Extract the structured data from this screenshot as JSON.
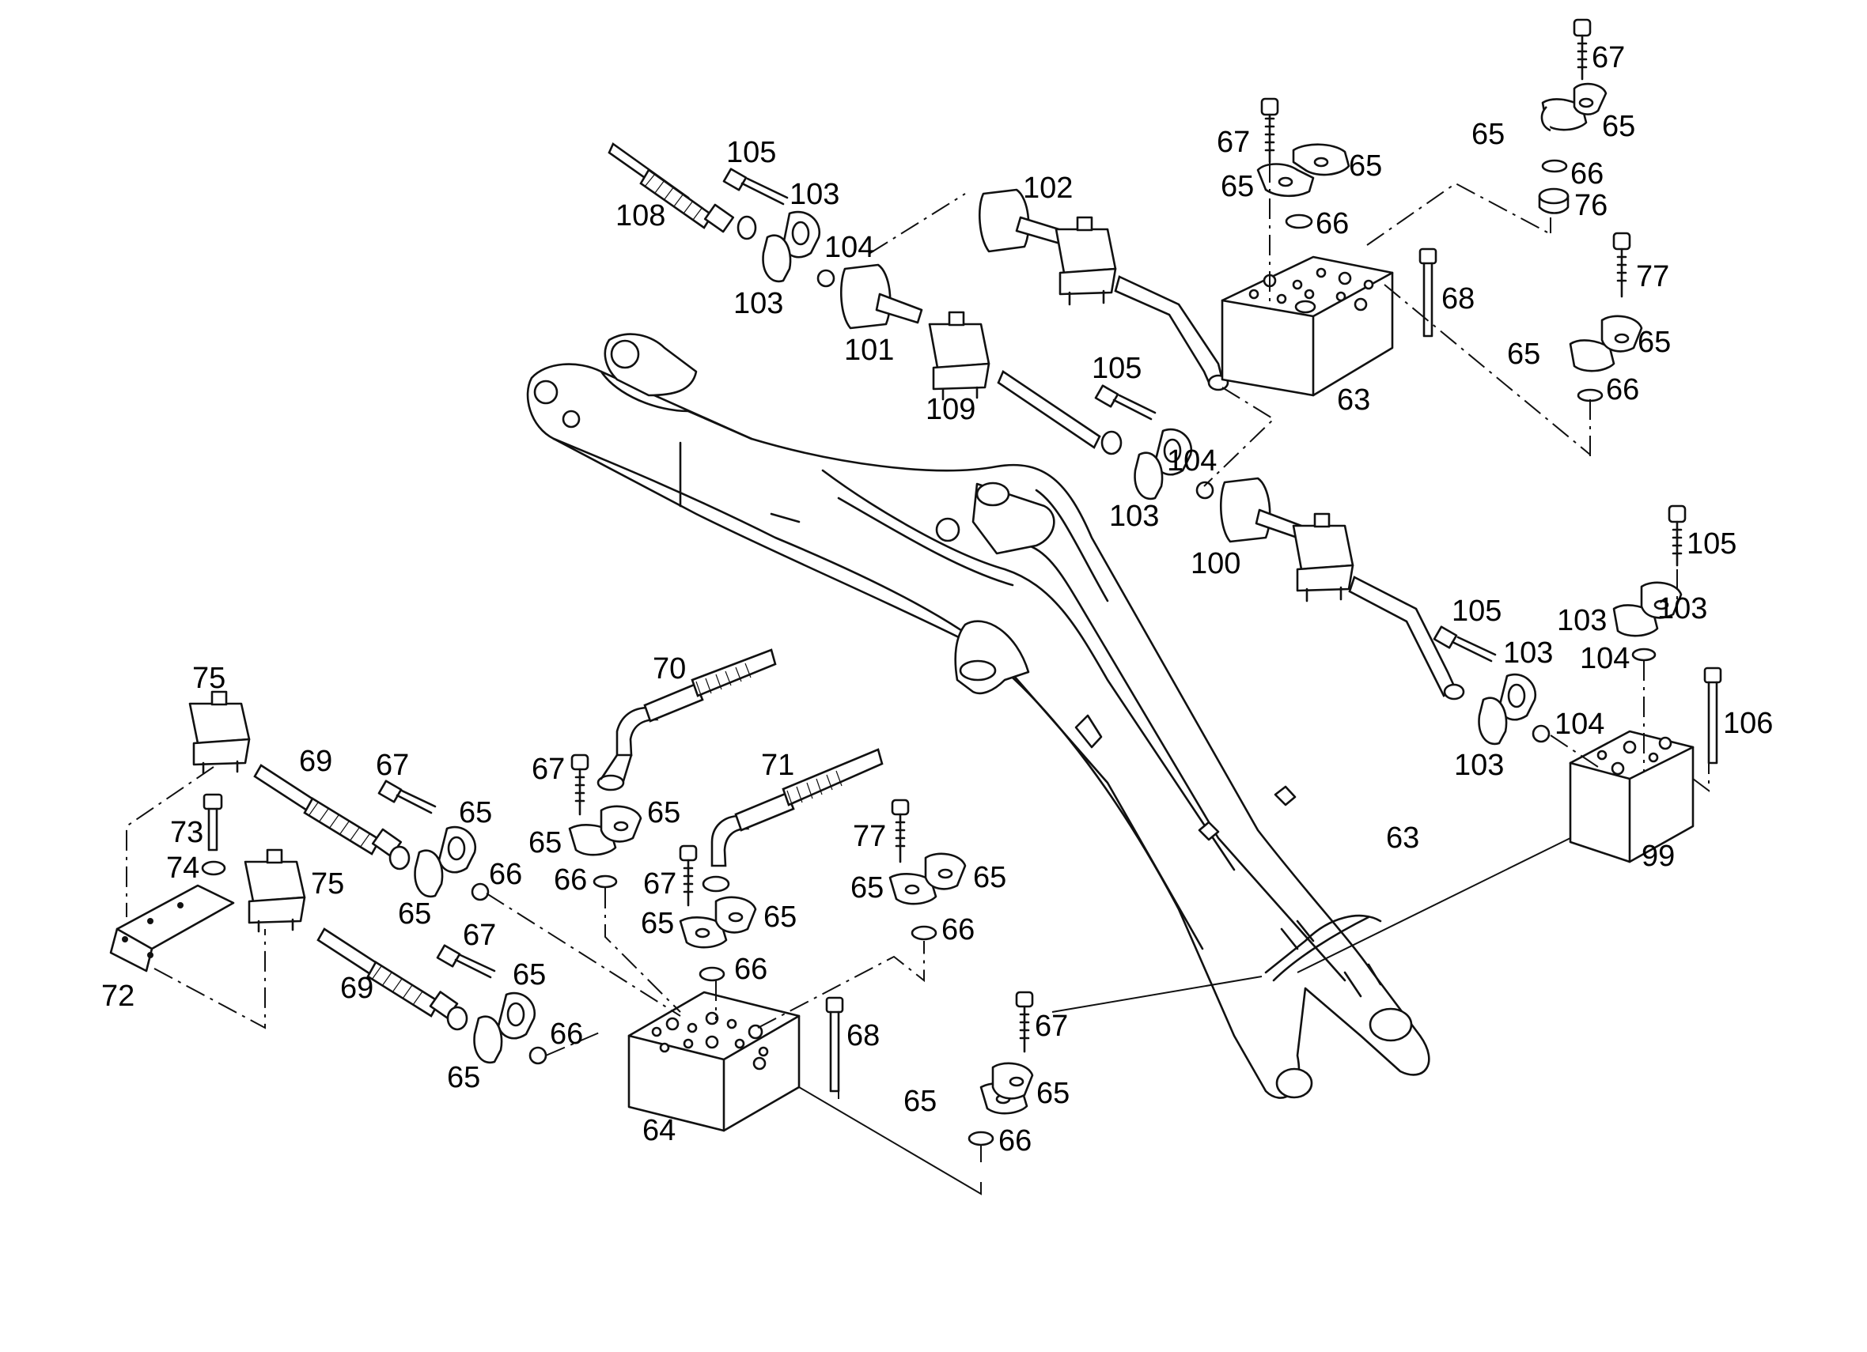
{
  "labels": {
    "l108": "108",
    "l105a": "105",
    "l103a": "103",
    "l103b": "103",
    "l104a": "104",
    "l101": "101",
    "l102": "102",
    "l109": "109",
    "l105b": "105",
    "l104b": "104",
    "l103c": "103",
    "l100": "100",
    "l67a": "67",
    "l65a": "65",
    "l65b": "65",
    "l66a": "66",
    "l63a": "63",
    "l68a": "68",
    "l67b": "67",
    "l65c": "65",
    "l65d": "65",
    "l66b": "66",
    "l76": "76",
    "l77a": "77",
    "l65e": "65",
    "l65f": "65",
    "l66c": "66",
    "l105c": "105",
    "l103d": "103",
    "l103e": "103",
    "l104c": "104",
    "l105d": "105",
    "l103f": "103",
    "l103g": "103",
    "l104d": "104",
    "l106": "106",
    "l99": "99",
    "l63b": "63",
    "l75a": "75",
    "l69a": "69",
    "l67c": "67",
    "l65g": "65",
    "l73": "73",
    "l74": "74",
    "l75b": "75",
    "l72": "72",
    "l65h": "65",
    "l66d": "66",
    "l70": "70",
    "l67d": "67",
    "l65i": "65",
    "l65j": "65",
    "l71": "71",
    "l66e": "66",
    "l67e": "67",
    "l65k": "65",
    "l65l": "65",
    "l66f": "66",
    "l77b": "77",
    "l65m": "65",
    "l65n": "65",
    "l66g": "66",
    "l69b": "69",
    "l67f": "67",
    "l65o": "65",
    "l65p": "65",
    "l66h": "66",
    "l68b": "68",
    "l64": "64",
    "l67g": "67",
    "l65q": "65",
    "l65r": "65",
    "l66i": "66"
  }
}
